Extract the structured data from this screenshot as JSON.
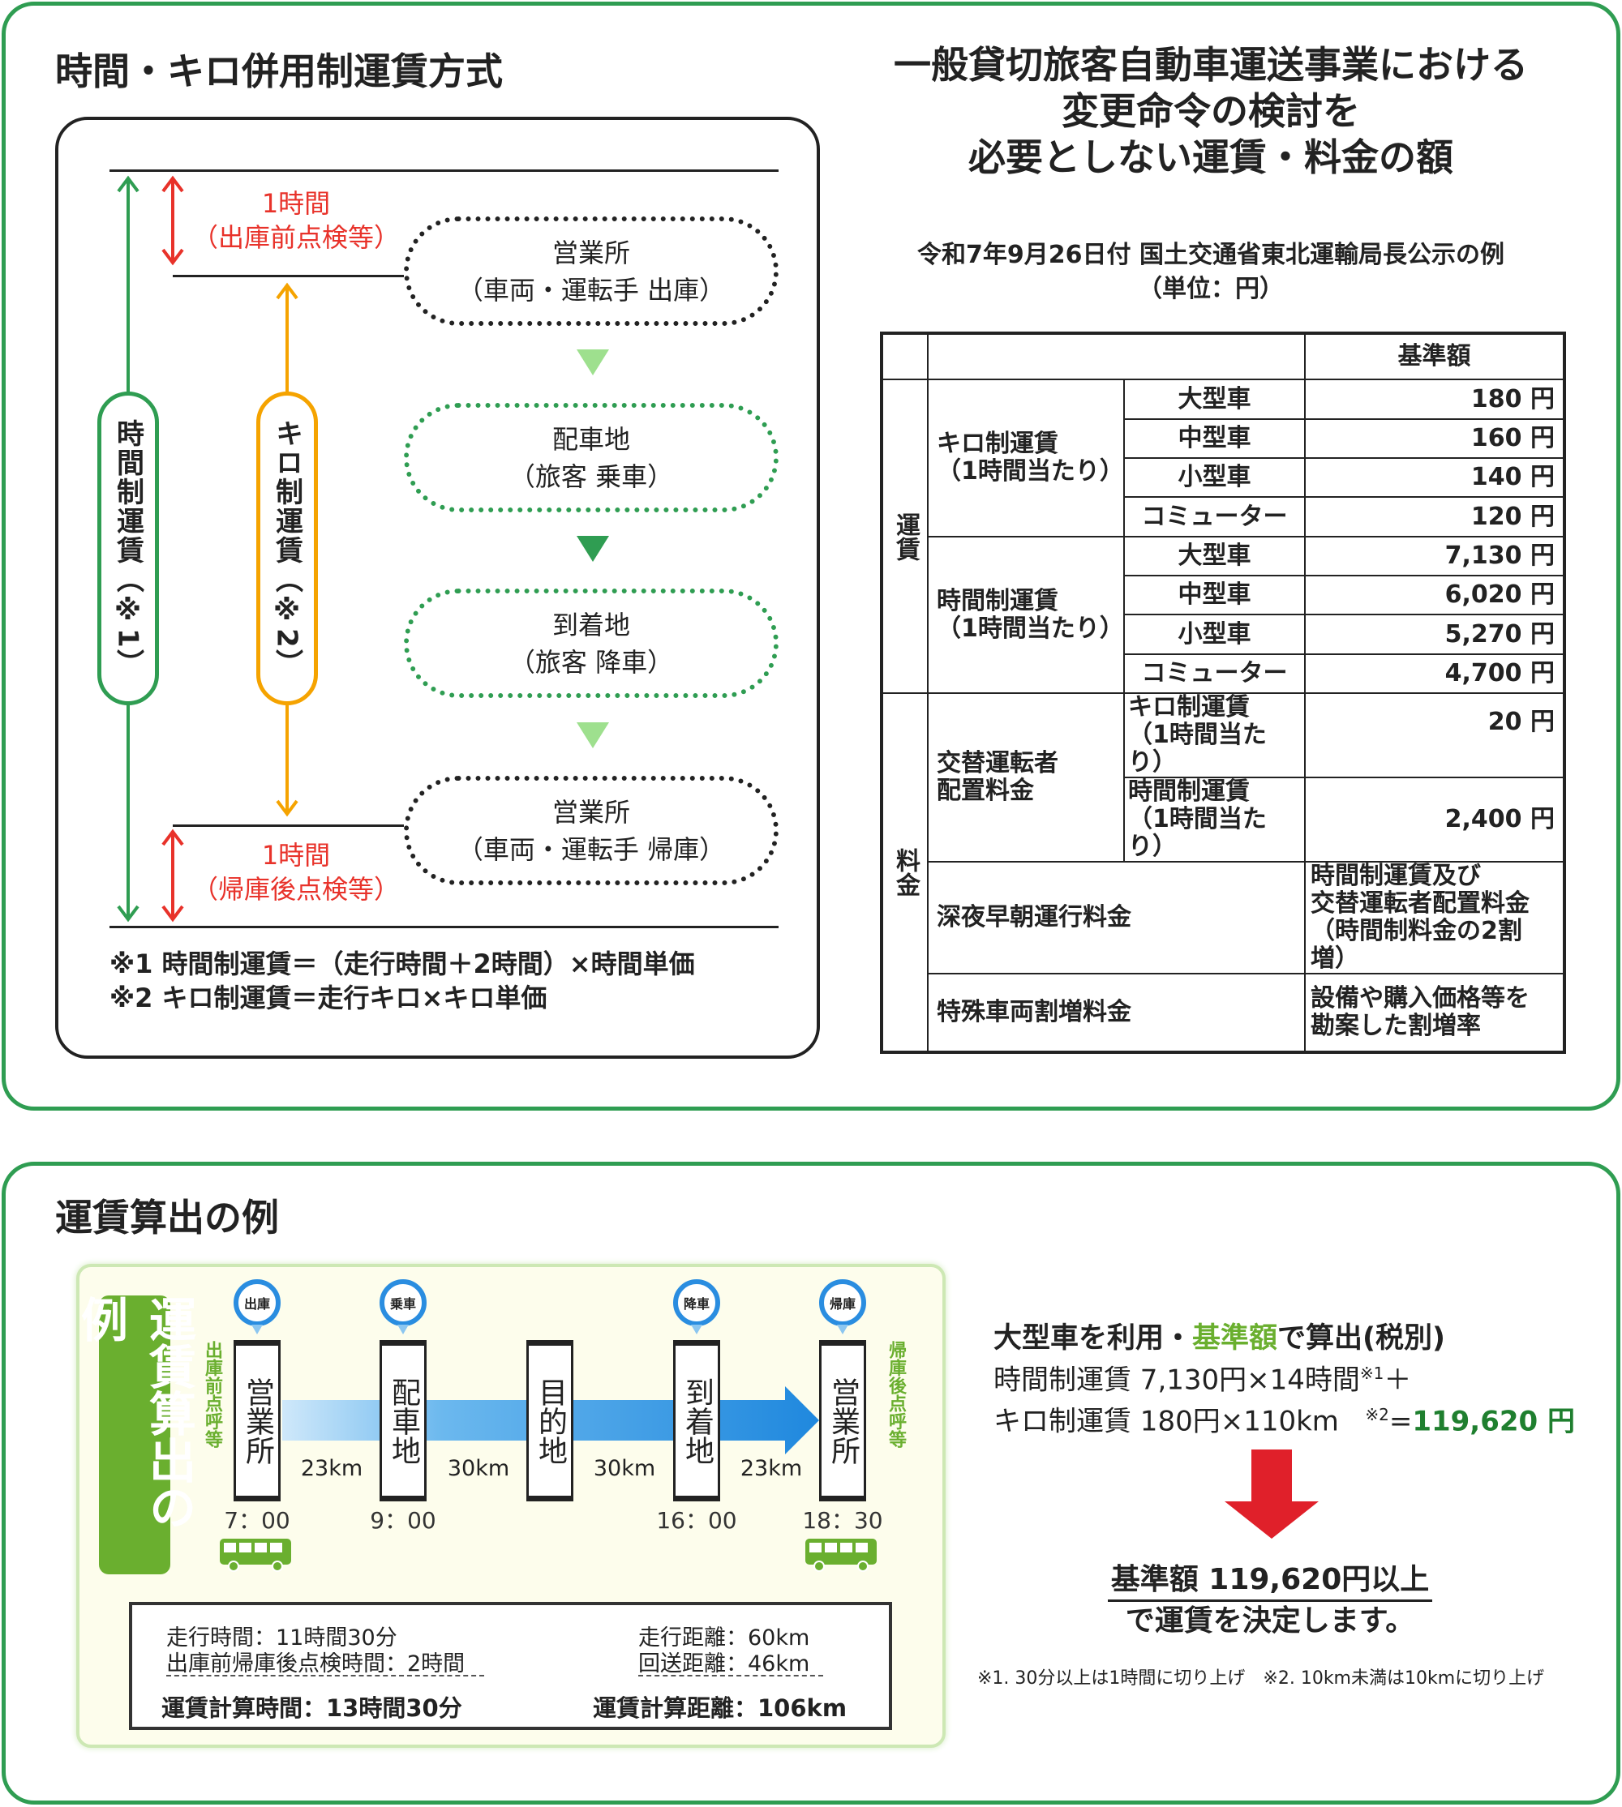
{
  "top": {
    "left_title": "時間・キロ併用制運賃方式",
    "right_title": [
      "一般貸切旅客自動車運送事業における",
      "変更命令の検討を",
      "必要としない運賃・料金の額"
    ],
    "subtitle": "令和7年9月26日付 国土交通省東北運輸局長公示の例",
    "unit": "（単位：円）"
  },
  "flow": {
    "top_hours": "1時間",
    "top_note": "（出庫前点検等）",
    "bottom_hours": "1時間",
    "bottom_note": "（帰庫後点検等）",
    "time_pill": "時間制運賃（※1）",
    "km_pill": "キロ制運賃（※2）",
    "boxes": [
      {
        "name": "営業所",
        "sub": "（車両・運転手 出庫）"
      },
      {
        "name": "配車地",
        "sub": "（旅客 乗車）"
      },
      {
        "name": "到着地",
        "sub": "（旅客 降車）"
      },
      {
        "name": "営業所",
        "sub": "（車両・運転手 帰庫）"
      }
    ],
    "notes": [
      "※1 時間制運賃＝（走行時間＋2時間）×時間単価",
      "※2 キロ制運賃＝走行キロ×キロ単価"
    ]
  },
  "table": {
    "header": "基準額",
    "group_fare": "運賃",
    "group_fee": "料金",
    "km_fare": "キロ制運賃\n（1時間当たり）",
    "time_fare": "時間制運賃\n（1時間当たり）",
    "sizes": [
      "大型車",
      "中型車",
      "小型車",
      "コミューター"
    ],
    "km_values": [
      "180 円",
      "160 円",
      "140 円",
      "120 円"
    ],
    "time_values": [
      "7,130 円",
      "6,020 円",
      "5,270 円",
      "4,700 円"
    ],
    "relief": "交替運転者\n配置料金",
    "relief_km": "キロ制運賃\n（1時間当たり）",
    "relief_km_value": "20 円",
    "relief_time": "時間制運賃\n（1時間当たり）",
    "relief_time_value": "2,400 円",
    "night": "深夜早朝運行料金",
    "night_value": "時間制運賃及び\n交替運転者配置料金\n（時間制料金の2割増）",
    "special": "特殊車両割増料金",
    "special_value": "設備や購入価格等を\n勘案した割増率"
  },
  "example": {
    "title": "運賃算出の例",
    "label": "運賃算出の例",
    "markers": [
      "出庫",
      "乗車",
      "降車",
      "帰庫"
    ],
    "stops": [
      "営業所",
      "配車地",
      "目的地",
      "到着地",
      "営業所"
    ],
    "distances": [
      "23km",
      "30km",
      "30km",
      "23km"
    ],
    "times": [
      "7：00",
      "9：00",
      "16：00",
      "18：30"
    ],
    "side_left": "出庫前点呼等",
    "side_right": "帰庫後点呼等",
    "drive_time": "走行時間：11時間30分",
    "check_time": "出庫前帰庫後点検時間：2時間",
    "calc_time": "運賃計算時間：13時間30分",
    "drive_dist": "走行距離：60km",
    "return_dist": "回送距離：46km",
    "calc_dist": "運賃計算距離：106km"
  },
  "calc": {
    "line1_a": "大型車を利用・",
    "line1_b": "基準額",
    "line1_c": "で算出(税別)",
    "line2": "時間制運賃 7,130円×14時間",
    "line2_note": "※1",
    "line2_plus": "＋",
    "line3": "キロ制運賃 180円×110km",
    "line3_note": "※2",
    "line3_eq": "=",
    "line3_total": "119,620 円",
    "result": "基準額 119,620円以上",
    "result2": "で運賃を決定します。",
    "footnote": "※1. 30分以上は1時間に切り上げ　※2. 10km未満は10kmに切り上げ"
  },
  "colors": {
    "green": "#2f9d52",
    "light_green": "#6aaf2f",
    "blue": "#2a8de0",
    "red": "#e0202a",
    "orange": "#f5a300"
  }
}
